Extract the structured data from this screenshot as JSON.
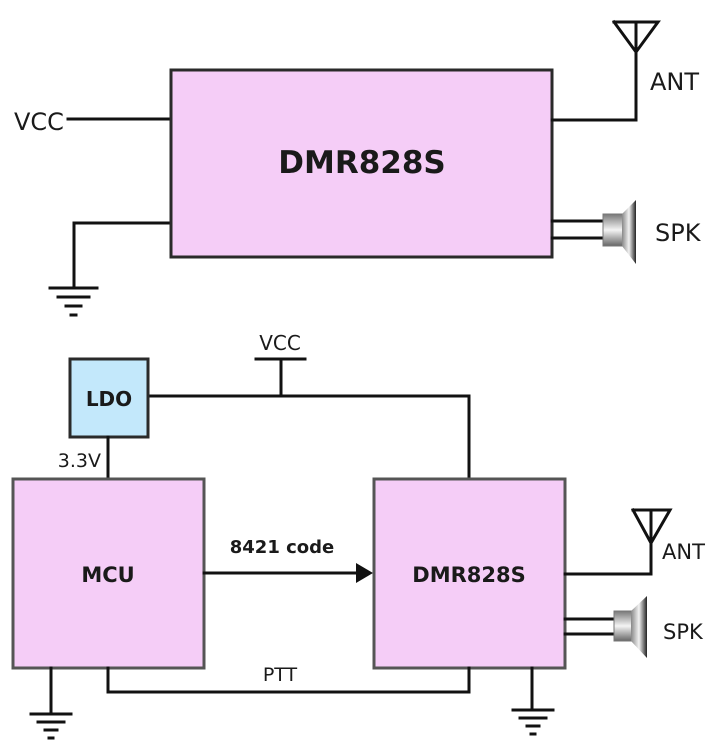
{
  "top_diagram": {
    "module_label": "DMR828S",
    "vcc_label": "VCC",
    "ant_label": "ANT",
    "spk_label": "SPK"
  },
  "bottom_diagram": {
    "ldo_label": "LDO",
    "ldo_output_label": "3.3V",
    "vcc_label": "VCC",
    "mcu_label": "MCU",
    "module_label": "DMR828S",
    "data_link_label": "8421 code",
    "ptt_label": "PTT",
    "ant_label": "ANT",
    "spk_label": "SPK"
  },
  "colors": {
    "module_fill": "#f5cdf7",
    "ldo_fill": "#c3e8fb",
    "wire": "#111111"
  }
}
